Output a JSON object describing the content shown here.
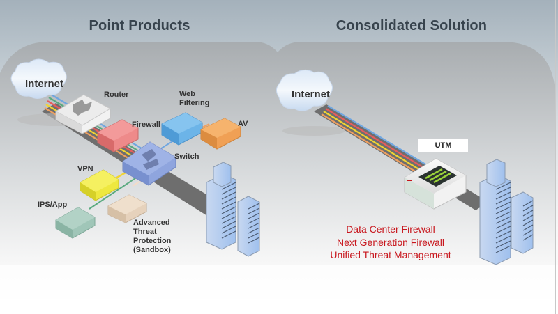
{
  "panels": {
    "left": {
      "title": "Point Products",
      "cloud": "Internet",
      "devices": [
        {
          "id": "router",
          "label": "Router",
          "color": "#e8e8e8"
        },
        {
          "id": "firewall",
          "label": "Firewall",
          "color": "#ec7c7c"
        },
        {
          "id": "web-filtering",
          "label": "Web Filtering",
          "label_lines": [
            "Web",
            "Filtering"
          ],
          "color": "#6cb4e8"
        },
        {
          "id": "av",
          "label": "AV",
          "color": "#f0a055"
        },
        {
          "id": "switch",
          "label": "Switch",
          "color": "#8fa5de"
        },
        {
          "id": "vpn",
          "label": "VPN",
          "color": "#eee840"
        },
        {
          "id": "ips-app",
          "label": "IPS/App",
          "color": "#a0c6b8"
        },
        {
          "id": "sandbox",
          "label": "Advanced Threat Protection (Sandbox)",
          "label_lines": [
            "Advanced",
            "Threat",
            "Protection",
            "(Sandbox)"
          ],
          "color": "#e6d2bc"
        }
      ]
    },
    "right": {
      "title": "Consolidated Solution",
      "cloud": "Internet",
      "device_label": "UTM",
      "solutions": [
        "Data Center Firewall",
        "Next Generation Firewall",
        "Unified Threat Management"
      ]
    }
  },
  "colors": {
    "title": "#37434d",
    "solution_text": "#c8161d",
    "cable_lines": [
      "#6fa6e0",
      "#e85c5c",
      "#f2d430",
      "#f0a060",
      "#5aaa80"
    ]
  }
}
